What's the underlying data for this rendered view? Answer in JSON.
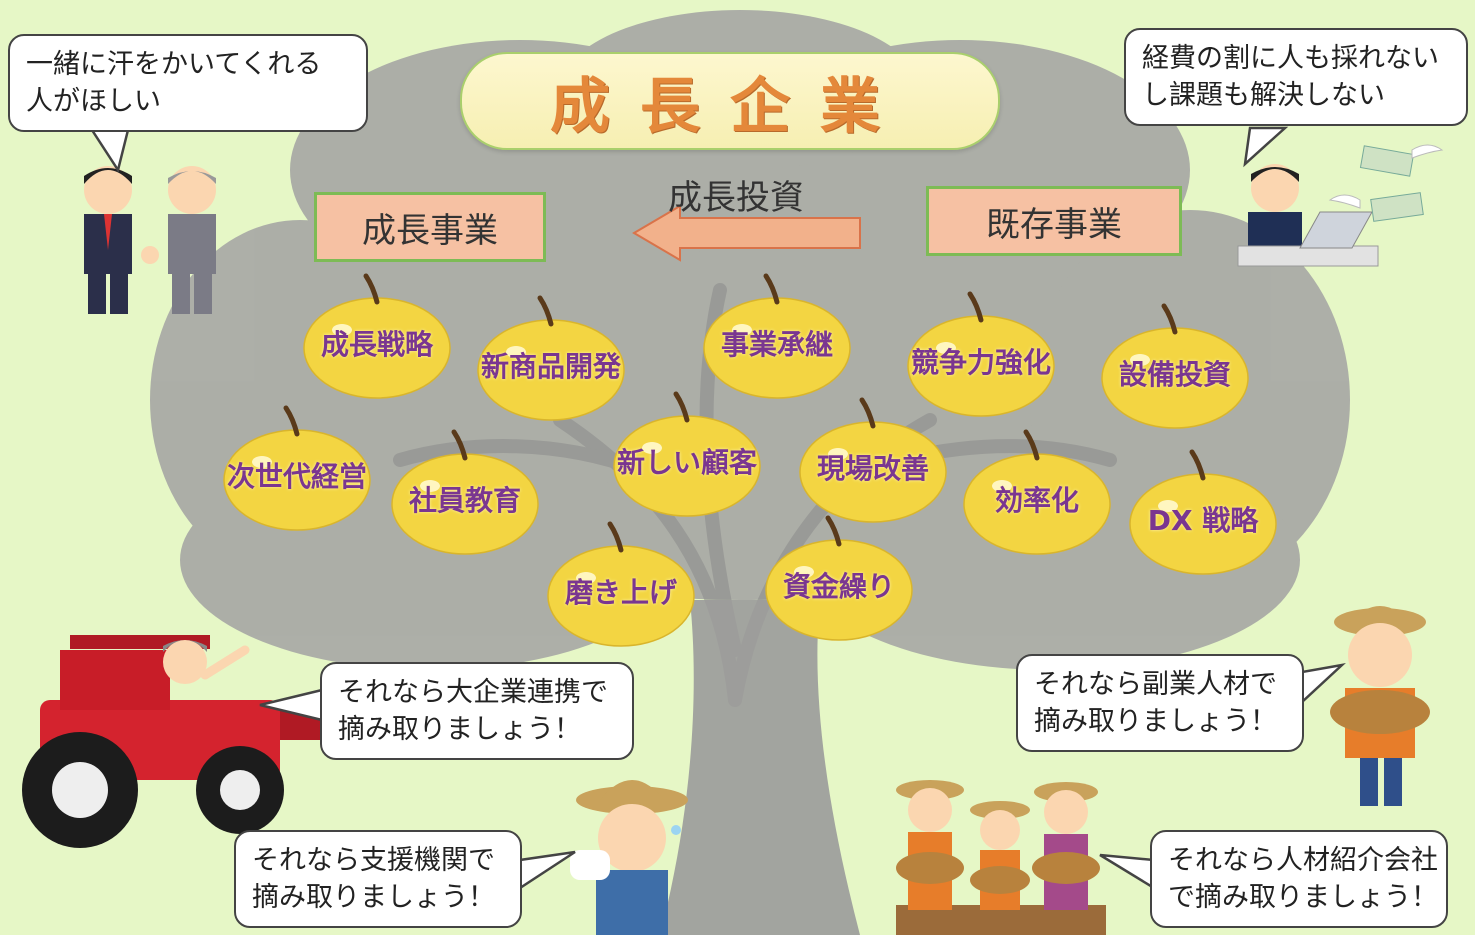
{
  "title": "成長企業",
  "growth_investment_label": "成長投資",
  "boxes": {
    "growth_business": "成長事業",
    "existing_business": "既存事業"
  },
  "fruits": [
    "成長戦略",
    "新商品開発",
    "事業承継",
    "競争力強化",
    "設備投資",
    "次世代経営",
    "社員教育",
    "新しい顧客",
    "現場改善",
    "効率化",
    "DX 戦略",
    "磨き上げ",
    "資金繰り"
  ],
  "bubbles": {
    "top_left": [
      "一緒に汗をかいてくれる",
      "人がほしい"
    ],
    "top_right": [
      "経費の割に人も採れない",
      "し課題も解決しない"
    ],
    "mid_left": [
      "それなら大企業連携で",
      "摘み取りましょう！"
    ],
    "mid_right": [
      "それなら副業人材で",
      "摘み取りましょう！"
    ],
    "bottom_left": [
      "それなら支援機関で",
      "摘み取りましょう！"
    ],
    "bottom_right": [
      "それなら人材紹介会社",
      "で摘み取りましょう！"
    ]
  },
  "colors": {
    "background": "#e6f7c6",
    "tree": "#9e9e9e",
    "title_text": "#e4883a",
    "fruit": "#f3d542",
    "fruit_text": "#7a3690",
    "box_fill": "#f6c1a3",
    "box_border": "#7dbb55"
  }
}
